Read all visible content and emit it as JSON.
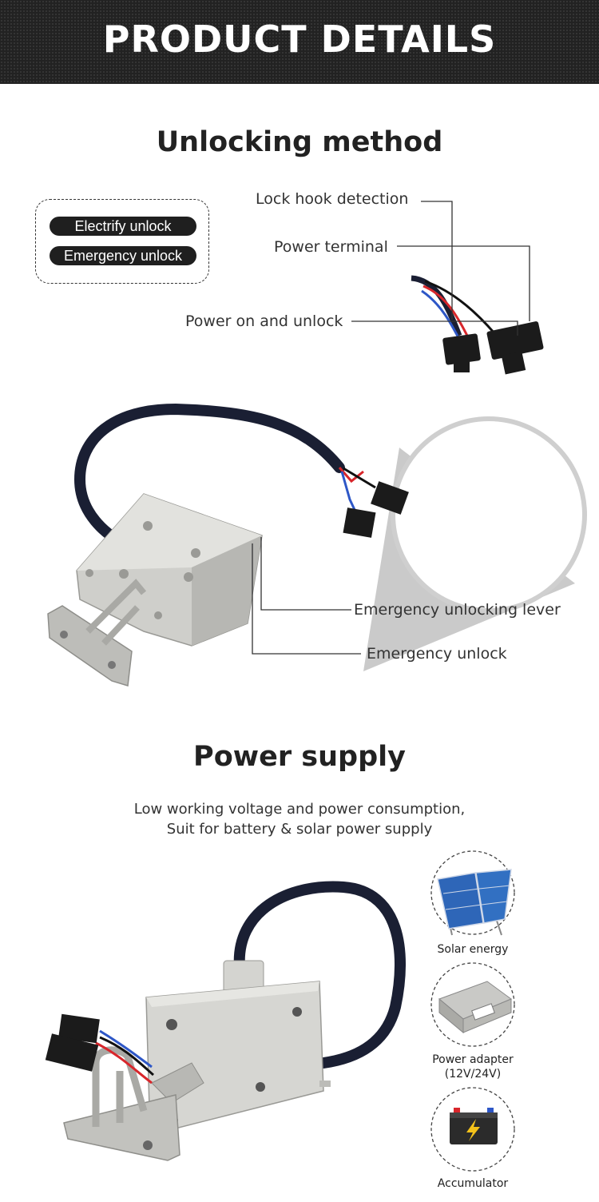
{
  "header": {
    "title": "PRODUCT DETAILS"
  },
  "unlocking": {
    "title": "Unlocking method",
    "methods": [
      "Electrify unlock",
      "Emergency unlock"
    ],
    "callouts": {
      "lock_hook_detection": "Lock hook detection",
      "power_terminal": "Power terminal",
      "power_on_and_unlock": "Power on and unlock",
      "emergency_unlocking_lever": "Emergency unlocking lever",
      "emergency_unlock": "Emergency unlock"
    }
  },
  "power_supply": {
    "title": "Power supply",
    "description_line1": "Low working voltage and power consumption,",
    "description_line2": "Suit for battery & solar power supply",
    "sources": [
      {
        "label": "Solar energy",
        "icon": "solar-panel-icon"
      },
      {
        "label": "Power adapter",
        "sub": "(12V/24V)",
        "icon": "power-adapter-icon"
      },
      {
        "label": "Accumulator",
        "icon": "battery-icon"
      }
    ]
  },
  "colors": {
    "header_bg": "#222222",
    "pill_bg": "#1f1f1f",
    "wire_red": "#d8262b",
    "wire_blue": "#2e57c7",
    "cable": "#1a1f33",
    "metal": "#c9c9c6",
    "battery_yellow": "#f4c21a"
  }
}
